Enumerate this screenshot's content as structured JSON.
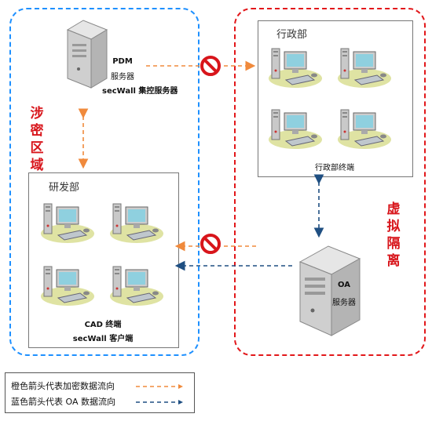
{
  "zones": {
    "left_label": "涉密区域",
    "right_label": "虚拟隔离"
  },
  "pdm_server": {
    "line1": "PDM",
    "line2": "服务器",
    "line3": "secWall 集控服务器"
  },
  "admin_dept": {
    "title": "行政部",
    "caption": "行政部终端"
  },
  "rnd_dept": {
    "title": "研发部",
    "caption1": "CAD 终端",
    "caption2": "secWall 客户端"
  },
  "oa_server": {
    "line1": "OA",
    "line2": "服务器"
  },
  "legend": {
    "orange_text": "橙色箭头代表加密数据流向",
    "blue_text": "蓝色箭头代表 OA 数据流向"
  },
  "colors": {
    "orange_arrow": "#f08a3c",
    "blue_arrow": "#1f4f82",
    "left_zone": "#1e90ff",
    "right_zone": "#e2171a",
    "block_icon": "#d8151b"
  }
}
